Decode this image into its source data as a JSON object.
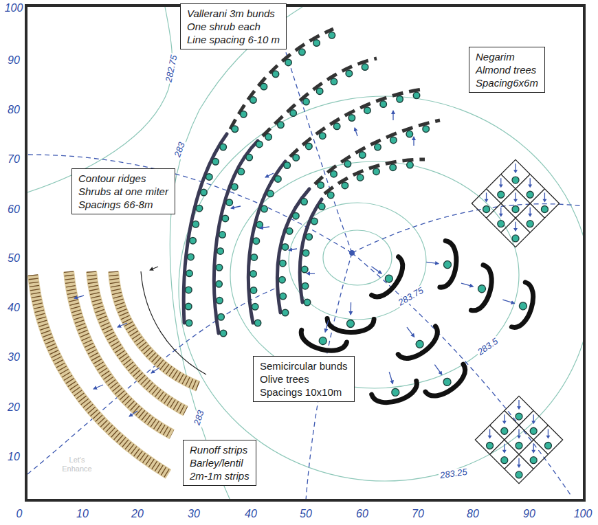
{
  "diagram": {
    "nodes": [
      {
        "text": [
          "Vallerani 3m bunds One shrub each Line spacing 6-10 m"
        ]
      },
      {
        "text": [
          "Negarim Almond trees Spacing6x6m"
        ]
      },
      {
        "text": [
          "Contour ridges Shrubs at one miter Spacings 66-8m"
        ]
      },
      {
        "text": [
          "Semicircular bunds Olive trees Spacings 10x10m"
        ]
      },
      {
        "text": [
          "Runoff strips Barley/lentil 2m-1m strips"
        ]
      }
    ],
    "labels": [
      "100",
      "90",
      "80",
      "70",
      "60",
      "50",
      "40",
      "30",
      "20",
      "10",
      "0",
      "10",
      "20",
      "30",
      "40",
      "50",
      "60",
      "70",
      "80",
      "90",
      "100",
      "282.75",
      "283",
      "283.75",
      "283.5",
      "283.25",
      "283",
      "Let's Enhance"
    ]
  }
}
